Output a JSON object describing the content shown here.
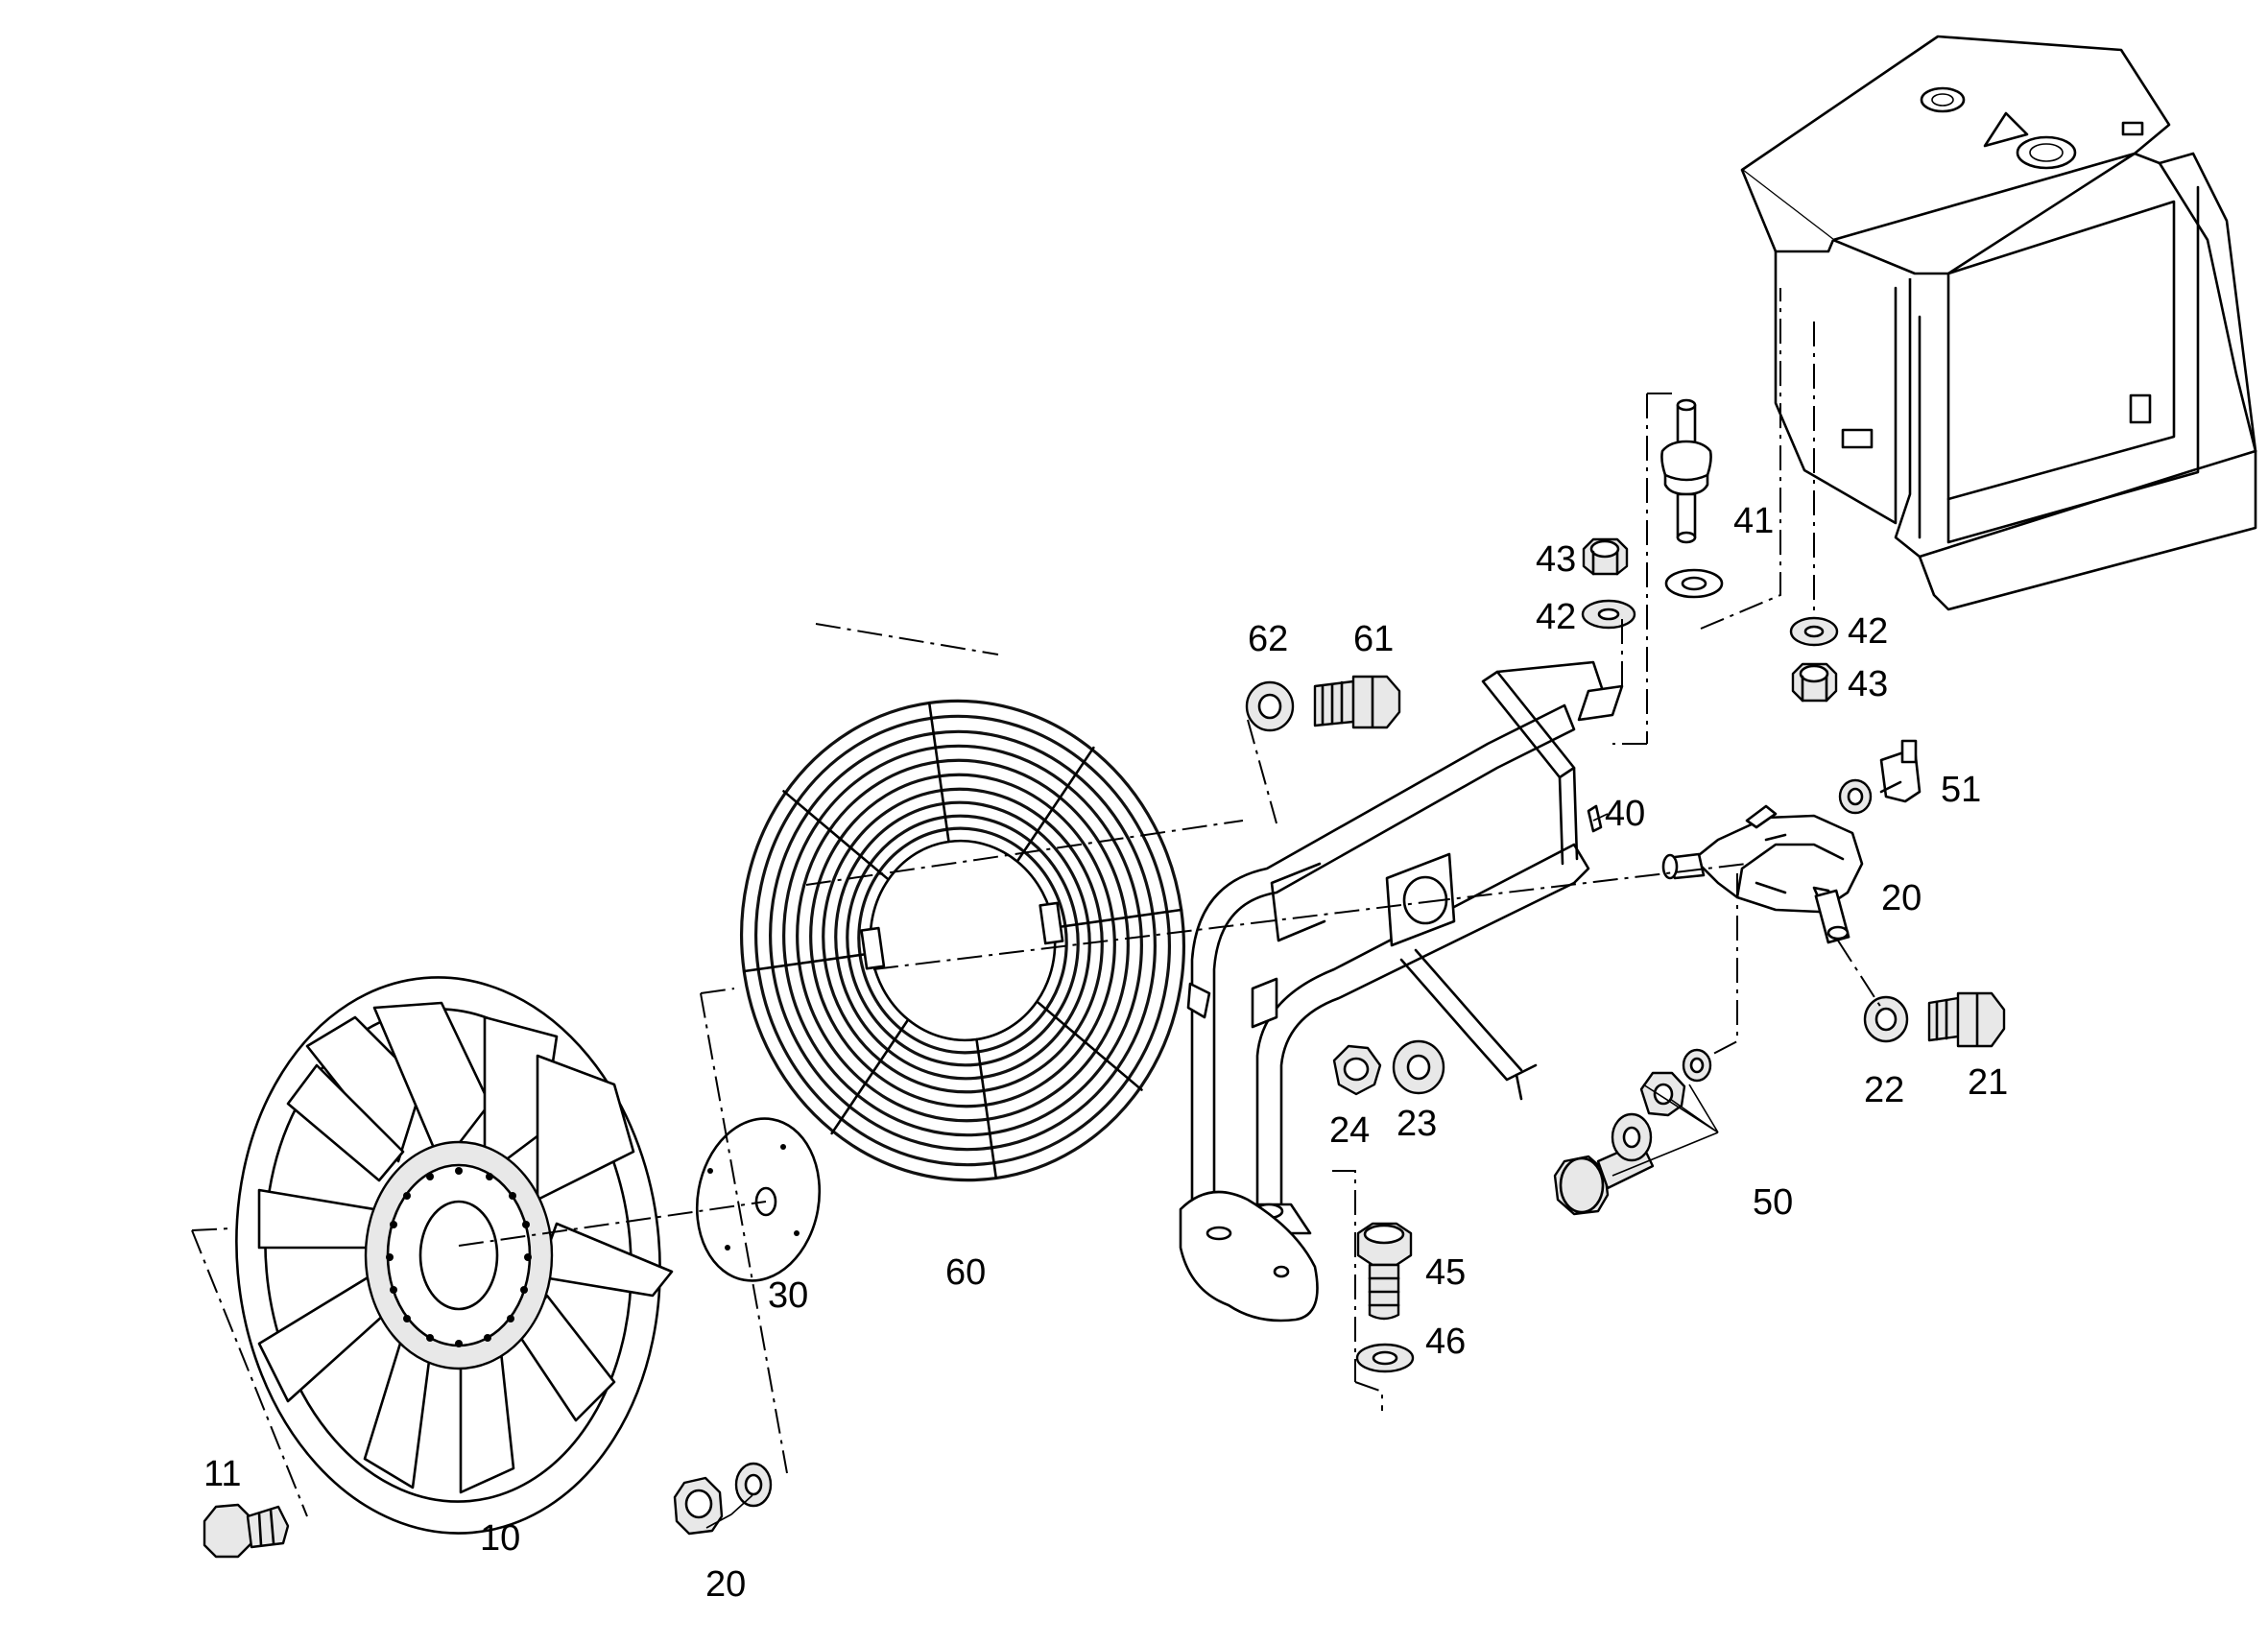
{
  "callouts": {
    "c10": "10",
    "c11": "11",
    "c20a": "20",
    "c20b": "20",
    "c21": "21",
    "c22": "22",
    "c23": "23",
    "c24": "24",
    "c30": "30",
    "c40": "40",
    "c41": "41",
    "c42a": "42",
    "c42b": "42",
    "c43a": "43",
    "c43b": "43",
    "c45": "45",
    "c46": "46",
    "c50": "50",
    "c51": "51",
    "c60": "60",
    "c61": "61",
    "c62": "62"
  },
  "icons": {
    "fan": "fan-wheel-icon",
    "guard": "wire-fan-guard-icon",
    "bracket": "tubular-bracket-icon",
    "housing": "fan-housing-shroud-icon",
    "bolt": "hex-bolt-icon",
    "nut": "hex-nut-icon",
    "washer": "washer-icon"
  }
}
